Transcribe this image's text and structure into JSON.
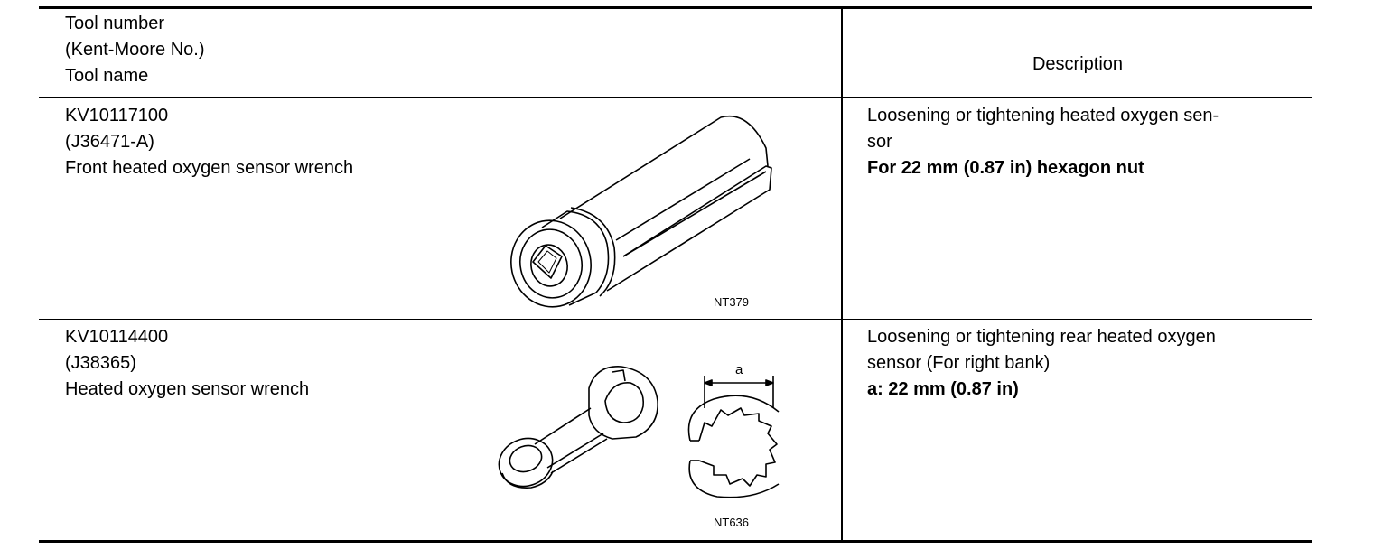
{
  "header": {
    "tool_number": "Tool number",
    "kent_moore": "(Kent-Moore No.)",
    "tool_name": "Tool name",
    "description": "Description"
  },
  "rows": [
    {
      "tool_number": "KV10117100",
      "kent_moore": "(J36471-A)",
      "tool_name": "Front heated oxygen sensor wrench",
      "desc_line1": "Loosening or tightening heated oxygen sen-",
      "desc_line2": "sor",
      "desc_bold": "For 22 mm (0.87 in) hexagon nut",
      "figure_code": "NT379"
    },
    {
      "tool_number": "KV10114400",
      "kent_moore": "(J38365)",
      "tool_name": "Heated oxygen sensor wrench",
      "desc_line1": "Loosening or tightening rear heated oxygen",
      "desc_line2": "sensor (For right bank)",
      "desc_bold": "a: 22 mm (0.87 in)",
      "figure_code": "NT636",
      "dimension_label": "a"
    }
  ]
}
